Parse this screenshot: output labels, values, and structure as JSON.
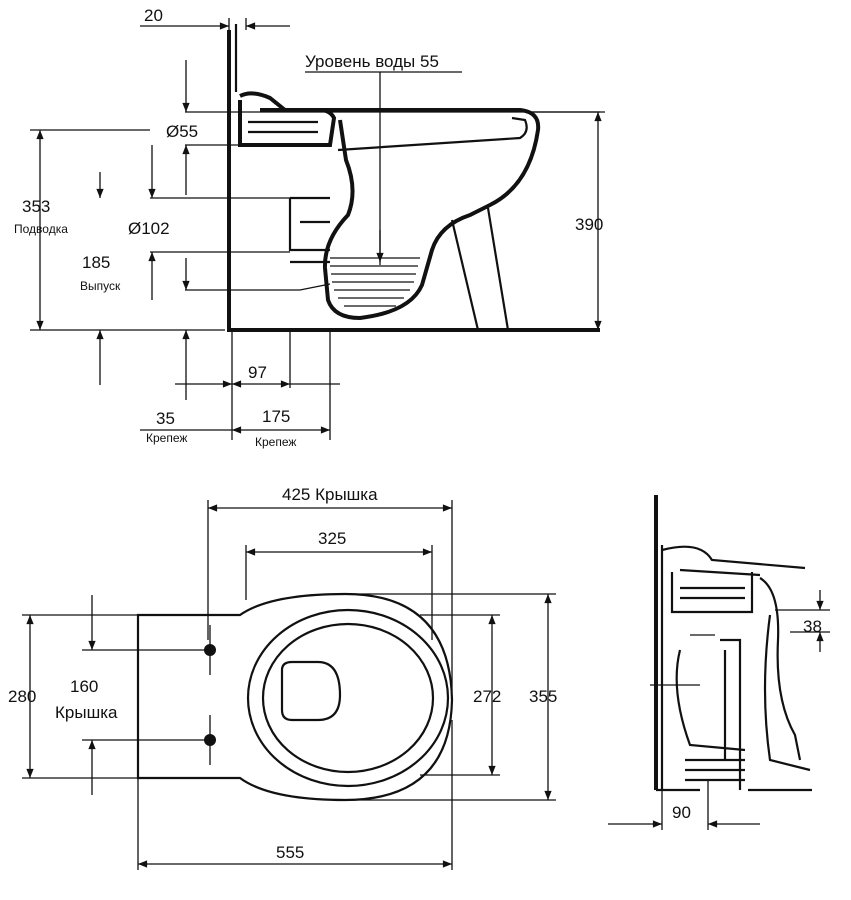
{
  "side_view": {
    "dim_20": "20",
    "water_level": "Уровень воды 55",
    "dim_d55": "Ø55",
    "dim_353": "353",
    "podvodka": "Подводка",
    "dim_d102": "Ø102",
    "dim_185": "185",
    "vypusk": "Выпуск",
    "dim_390": "390",
    "dim_97": "97",
    "dim_35": "35",
    "krepezh_1": "Крепеж",
    "dim_175": "175",
    "krepezh_2": "Крепеж"
  },
  "top_view": {
    "dim_425": "425 Крышка",
    "dim_325": "325",
    "dim_280": "280",
    "dim_160": "160",
    "kryshka": "Крышка",
    "dim_272": "272",
    "dim_355": "355",
    "dim_555": "555"
  },
  "end_view": {
    "dim_38": "38",
    "dim_90": "90"
  }
}
